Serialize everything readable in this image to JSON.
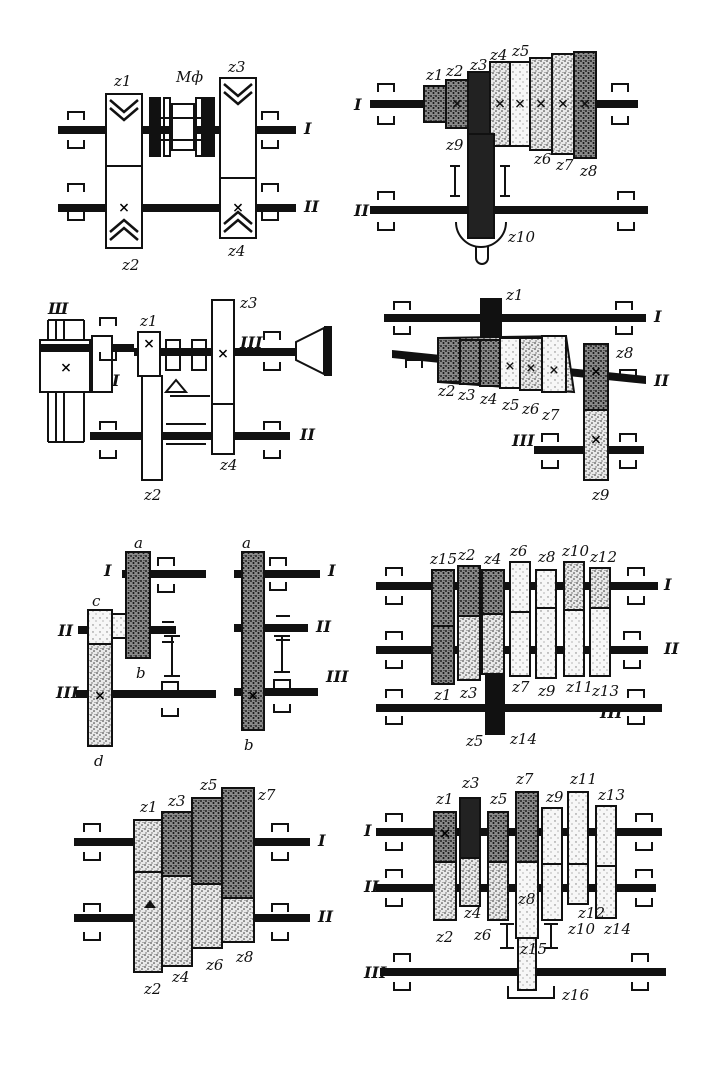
{
  "diagram_1": {
    "gears": [
      "z1",
      "z2",
      "z3",
      "z4"
    ],
    "clutch": "Mф",
    "shafts": [
      "I",
      "II"
    ]
  },
  "diagram_2": {
    "gears": [
      "z1",
      "z2",
      "z3",
      "z4",
      "z5",
      "z6",
      "z7",
      "z8",
      "z9",
      "z10"
    ],
    "shafts": [
      "I",
      "II"
    ]
  },
  "diagram_3": {
    "gears": [
      "z1",
      "z2",
      "z3",
      "z4"
    ],
    "pulley": "Ш",
    "shafts": [
      "I",
      "II",
      "III"
    ]
  },
  "diagram_4": {
    "gears": [
      "z1",
      "z2",
      "z3",
      "z4",
      "z5",
      "z6",
      "z7",
      "z8",
      "z9"
    ],
    "shafts": [
      "I",
      "II",
      "III"
    ]
  },
  "diagram_5": {
    "gears": [
      "a",
      "b",
      "c",
      "d"
    ],
    "shafts": [
      "I",
      "II",
      "III"
    ]
  },
  "diagram_6": {
    "gears": [
      "a",
      "b"
    ],
    "shafts": [
      "I",
      "II",
      "III"
    ]
  },
  "diagram_7": {
    "gears": [
      "z15",
      "z2",
      "z4",
      "z6",
      "z8",
      "z10",
      "z12",
      "z1",
      "z3",
      "z7",
      "z9",
      "z11",
      "z13",
      "z5",
      "z14"
    ],
    "shafts": [
      "I",
      "II",
      "III"
    ]
  },
  "diagram_8": {
    "gears": [
      "z1",
      "z3",
      "z5",
      "z7",
      "z2",
      "z4",
      "z6",
      "z8"
    ],
    "shafts": [
      "I",
      "II"
    ]
  },
  "diagram_9": {
    "gears": [
      "z1",
      "z3",
      "z5",
      "z7",
      "z9",
      "z11",
      "z13",
      "z2",
      "z4",
      "z6",
      "z8",
      "z10",
      "z12",
      "z14",
      "z15",
      "z16"
    ],
    "shafts": [
      "I",
      "II",
      "III"
    ]
  },
  "colors": {
    "ink": "#111111",
    "paper": "#ffffff",
    "speckle": "#8a8a8a"
  }
}
